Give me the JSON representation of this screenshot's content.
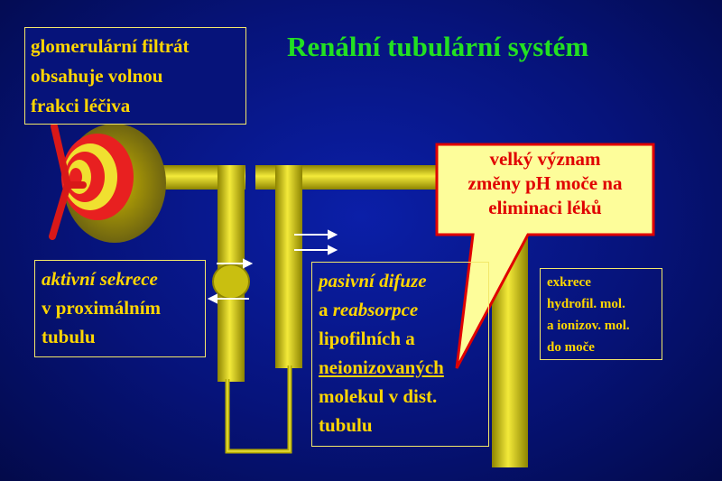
{
  "title": "Renální tubulární systém",
  "box_glomerular": {
    "line1": "glomerulární filtrát",
    "line2": "obsahuje volnou",
    "line3": "frakci léčiva"
  },
  "box_active": {
    "line1": "aktivní sekrece",
    "line2": "v proximálním",
    "line3": "tubulu"
  },
  "box_passive": {
    "line1": "pasivní difuze",
    "line2_prefix": "a ",
    "line2_italic": "reabsorpce",
    "line3": "lipofilních a",
    "line4": "neionizovaných",
    "line5": "molekul v dist.",
    "line6": "tubulu"
  },
  "callout": {
    "line1": "velký význam",
    "line2": "změny pH moče na",
    "line3": "eliminaci léků"
  },
  "box_excretion": {
    "line1": "exkrece",
    "line2": "hydrofil. mol.",
    "line3": "a ionizov. mol.",
    "line4": "do moče"
  },
  "colors": {
    "background": "#06137a",
    "title": "#22e022",
    "text": "#ffd600",
    "tube": "#d2c800",
    "callout_text": "#e00000",
    "callout_fill": "#fdfd9a"
  }
}
